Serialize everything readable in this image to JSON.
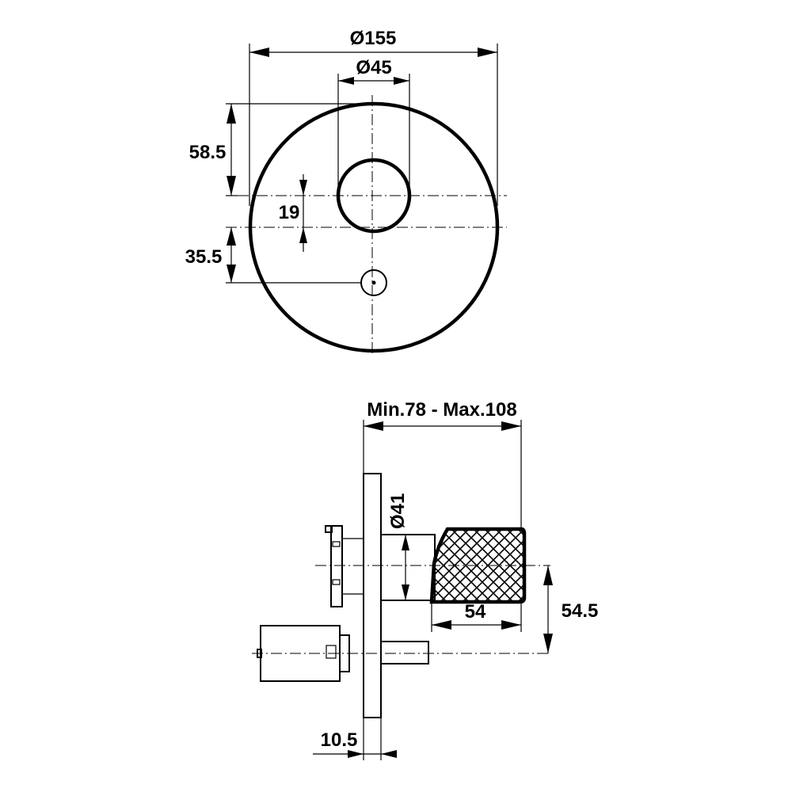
{
  "top_view": {
    "dim_overall_diameter": "Ø155",
    "dim_hole_diameter": "Ø45",
    "dim_top_offset": "58.5",
    "dim_center_offset": "19",
    "dim_lower_offset": "35.5"
  },
  "side_view": {
    "dim_projection_range": "Min.78 - Max.108",
    "dim_handle_diameter": "Ø41",
    "dim_handle_length": "54",
    "dim_height_offset": "54.5",
    "dim_plate_thickness": "10.5"
  },
  "colors": {
    "line": "#000000",
    "background": "#ffffff"
  }
}
